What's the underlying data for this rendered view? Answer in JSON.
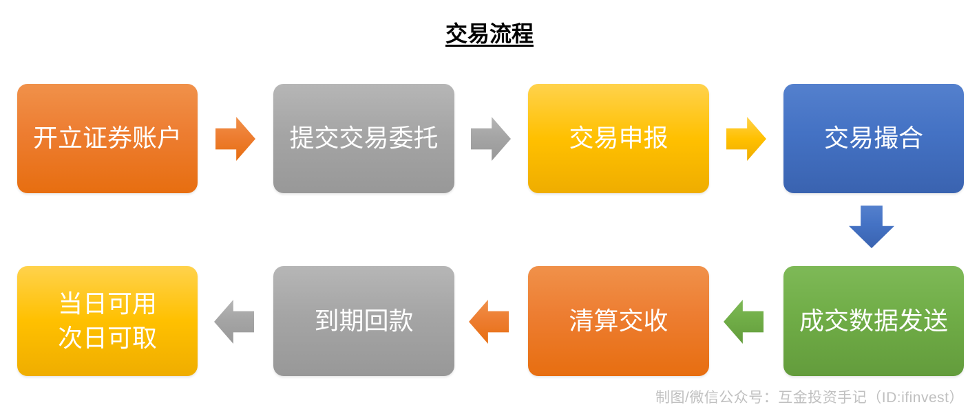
{
  "page": {
    "title": "交易流程",
    "watermark": "制图/微信公众号：互金投资手记（ID:ifinvest）"
  },
  "colors": {
    "orange": "#ED7D31",
    "gray": "#A5A5A5",
    "gold": "#FFC000",
    "blue": "#4472C4",
    "green": "#70AD47",
    "box_text": "#FFFFFF",
    "title_text": "#000000",
    "watermark_text": "#C0C0C0"
  },
  "flow": {
    "steps": [
      {
        "order": 1,
        "label": "开立证券账户",
        "color": "orange"
      },
      {
        "order": 2,
        "label": "提交交易委托",
        "color": "gray"
      },
      {
        "order": 3,
        "label": "交易申报",
        "color": "gold"
      },
      {
        "order": 4,
        "label": "交易撮合",
        "color": "blue"
      },
      {
        "order": 5,
        "label": "成交数据发送",
        "color": "green"
      },
      {
        "order": 6,
        "label": "清算交收",
        "color": "orange"
      },
      {
        "order": 7,
        "label": "到期回款",
        "color": "gray"
      },
      {
        "order": 8,
        "label": "当日可用\n次日可取",
        "color": "gold"
      }
    ],
    "connectors": [
      {
        "from": 1,
        "to": 2,
        "direction": "right",
        "color": "orange"
      },
      {
        "from": 2,
        "to": 3,
        "direction": "right",
        "color": "gray"
      },
      {
        "from": 3,
        "to": 4,
        "direction": "right",
        "color": "gold"
      },
      {
        "from": 4,
        "to": 5,
        "direction": "down",
        "color": "blue"
      },
      {
        "from": 5,
        "to": 6,
        "direction": "left",
        "color": "green"
      },
      {
        "from": 6,
        "to": 7,
        "direction": "left",
        "color": "orange"
      },
      {
        "from": 7,
        "to": 8,
        "direction": "left",
        "color": "gray"
      }
    ]
  }
}
